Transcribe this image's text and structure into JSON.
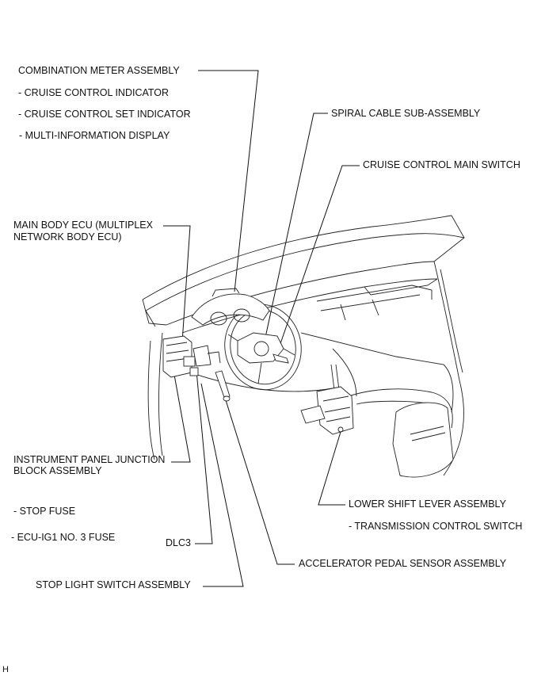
{
  "labels": {
    "combination_meter": "COMBINATION METER ASSEMBLY",
    "cruise_indicator": "- CRUISE CONTROL INDICATOR",
    "cruise_set_indicator": "- CRUISE CONTROL SET INDICATOR",
    "multi_info_display": "- MULTI-INFORMATION DISPLAY",
    "spiral_cable": "SPIRAL CABLE SUB-ASSEMBLY",
    "cruise_main_switch": "CRUISE CONTROL MAIN SWITCH",
    "main_body_ecu_line1": "MAIN BODY ECU (MULTIPLEX",
    "main_body_ecu_line2": "NETWORK BODY ECU)",
    "junction_block_line1": "INSTRUMENT PANEL JUNCTION",
    "junction_block_line2": "BLOCK ASSEMBLY",
    "stop_fuse": "- STOP FUSE",
    "ecu_ig1_fuse": "- ECU-IG1 NO. 3 FUSE",
    "dlc3": "DLC3",
    "stop_light_switch": "STOP LIGHT SWITCH ASSEMBLY",
    "lower_shift_lever": "LOWER SHIFT LEVER ASSEMBLY",
    "transmission_switch": "- TRANSMISSION CONTROL SWITCH",
    "accelerator_sensor": "ACCELERATOR PEDAL SENSOR ASSEMBLY",
    "figure_code": "H"
  }
}
